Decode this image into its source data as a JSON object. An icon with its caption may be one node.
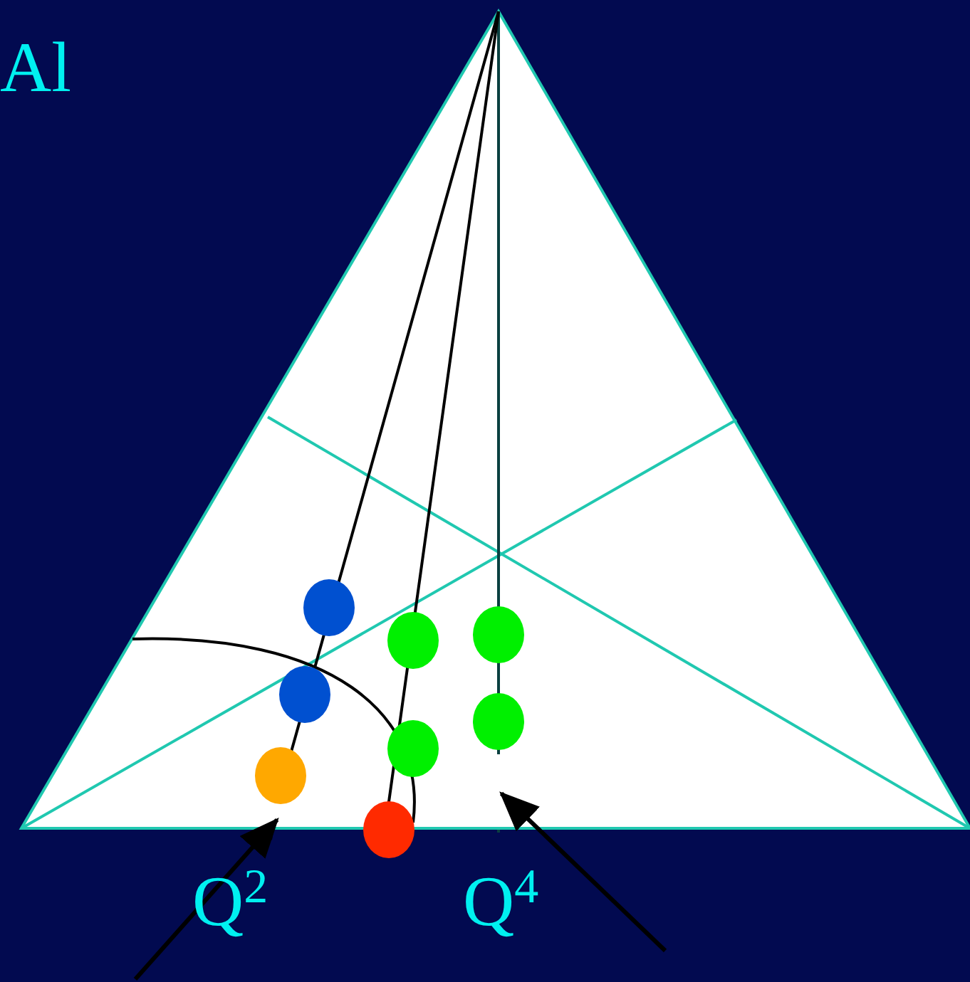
{
  "diagram": {
    "nodes": [
      {
        "text": [],
        "shape": "line"
      },
      {
        "text": [],
        "shape": "line"
      }
    ],
    "edges": [
      {
        "from": null,
        "to": 0,
        "arrow": "to"
      },
      {
        "from": null,
        "to": 1,
        "arrow": "to"
      }
    ],
    "labels": [
      "Al",
      "Q$^{2}$",
      "Q$^{4}$"
    ]
  }
}
